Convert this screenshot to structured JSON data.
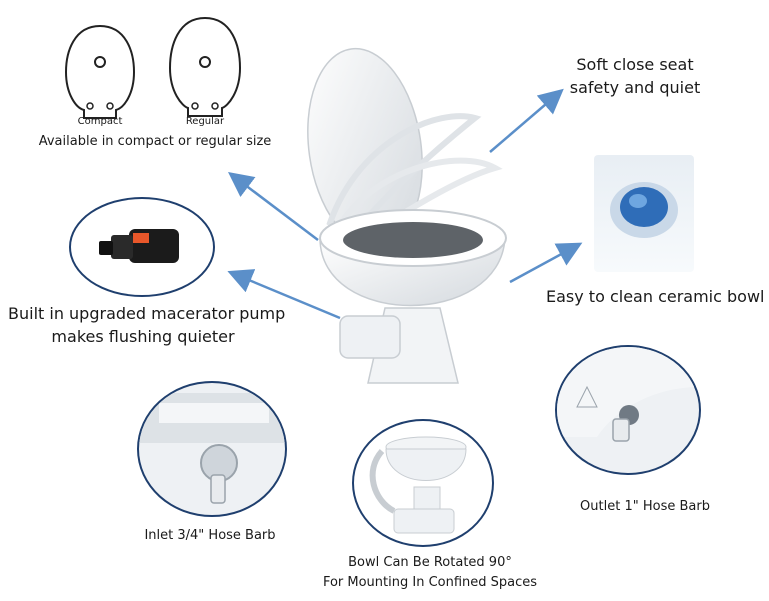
{
  "sizes": {
    "compact_label": "Compact",
    "regular_label": "Regular",
    "caption": "Available in compact or regular size"
  },
  "features": {
    "soft_close_line1": "Soft close seat",
    "soft_close_line2": "safety and quiet",
    "easy_clean": "Easy to clean ceramic bowl",
    "pump_line1": "Built in  upgraded macerator pump",
    "pump_line2": "makes flushing quieter"
  },
  "details": {
    "inlet": "Inlet 3/4\" Hose Barb",
    "outlet": "Outlet 1\" Hose Barb",
    "rotate_line1": "Bowl Can Be Rotated 90°",
    "rotate_line2": "For Mounting In Confined Spaces"
  },
  "colors": {
    "arrow": "#5b8fc9",
    "circle_border": "#1f3f6e",
    "pump_label": "#e8572a"
  }
}
